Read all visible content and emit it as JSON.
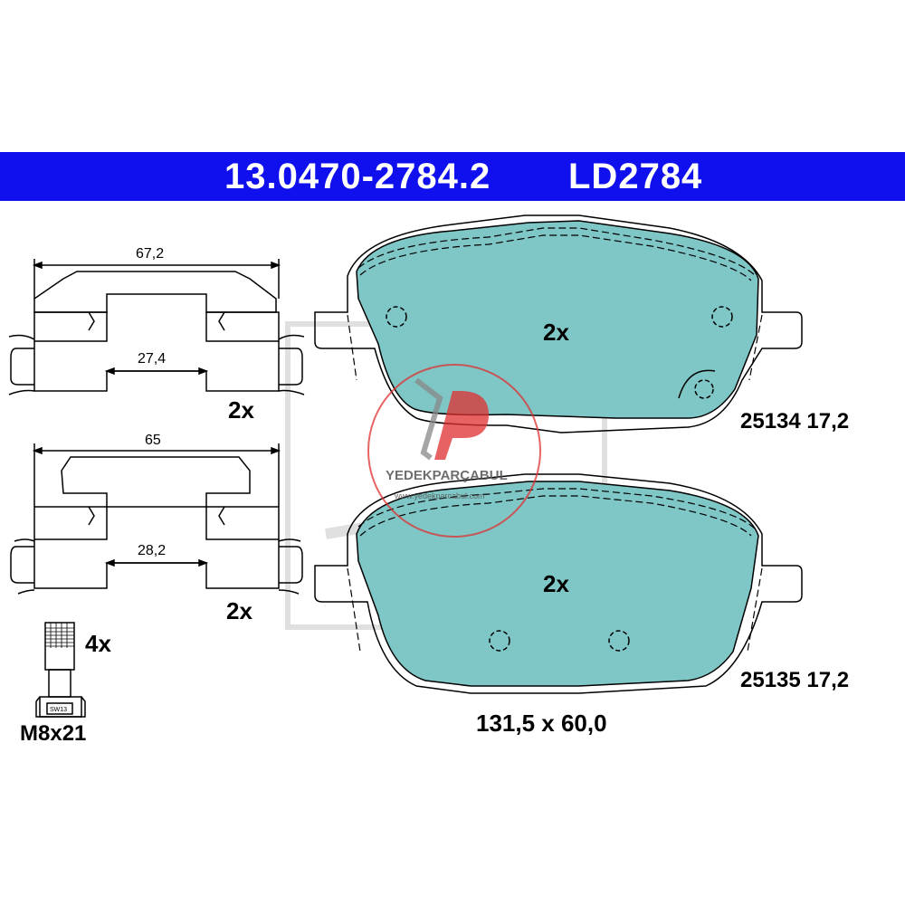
{
  "header": {
    "part_number": "13.0470-2784.2",
    "code": "LD2784"
  },
  "colors": {
    "header_bg": "#1010ee",
    "header_text": "#ffffff",
    "pad_fill": "#7fc6c6",
    "line": "#000000",
    "watermark_red": "#e03030"
  },
  "clip_upper": {
    "width_label": "67,2",
    "inner_label": "27,4",
    "qty": "2x"
  },
  "clip_lower": {
    "width_label": "65",
    "inner_label": "28,2",
    "qty": "2x"
  },
  "bolt": {
    "qty": "4x",
    "size": "M8x21",
    "wrench": "SW13"
  },
  "pad_upper": {
    "qty": "2x",
    "code": "25134 17,2"
  },
  "pad_lower": {
    "qty": "2x",
    "code": "25135 17,2"
  },
  "pad_dimensions": "131,5 x 60,0",
  "watermark": {
    "brand": "YEDEKPARÇABUL",
    "url": "www.yedekparcabul.com"
  },
  "icons": [
    "ate-logo",
    "yedekparcabul-logo"
  ]
}
